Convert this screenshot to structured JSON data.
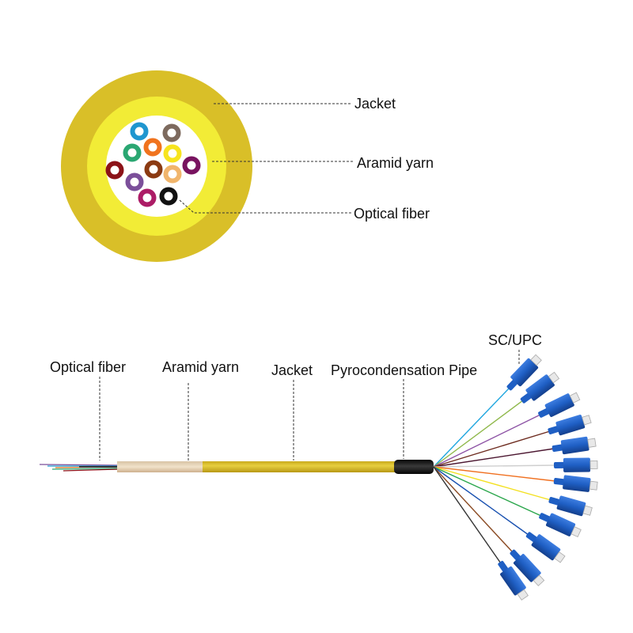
{
  "cross_section": {
    "labels": {
      "jacket": "Jacket",
      "aramid": "Aramid yarn",
      "fiber": "Optical fiber"
    },
    "colors": {
      "jacket": "#d9bf28",
      "aramid": "#f2ec36",
      "core": "#ffffff"
    },
    "fibers": [
      {
        "name": "blue",
        "color": "#1f96cf"
      },
      {
        "name": "brown",
        "color": "#7d6a5e"
      },
      {
        "name": "green",
        "color": "#2aa772"
      },
      {
        "name": "orange",
        "color": "#f0731e"
      },
      {
        "name": "yellow",
        "color": "#f7e41e"
      },
      {
        "name": "red",
        "color": "#8b1218"
      },
      {
        "name": "violet",
        "color": "#7b4f9a"
      },
      {
        "name": "tan",
        "color": "#8b3a12"
      },
      {
        "name": "beige",
        "color": "#f1b56b"
      },
      {
        "name": "purple",
        "color": "#78135f"
      },
      {
        "name": "rose",
        "color": "#ac1c66"
      },
      {
        "name": "black",
        "color": "#111111"
      }
    ]
  },
  "pigtail": {
    "labels": {
      "fiber": "Optical fiber",
      "aramid": "Aramid yarn",
      "jacket": "Jacket",
      "pipe": "Pyrocondensation Pipe",
      "connector": "SC/UPC"
    },
    "colors": {
      "jacket": "#d9bd2a",
      "aramid": "#ead7b8",
      "pipe": "#1c1c1c",
      "connector": "#1f5fc4"
    },
    "fiber_colors": [
      "#1fa6df",
      "#8fb84a",
      "#8d53a5",
      "#6d2b1f",
      "#4b1630",
      "#cfcfcf",
      "#f07020",
      "#f3e01f",
      "#2aa64b",
      "#1850b0",
      "#8a4a22",
      "#333333"
    ]
  }
}
